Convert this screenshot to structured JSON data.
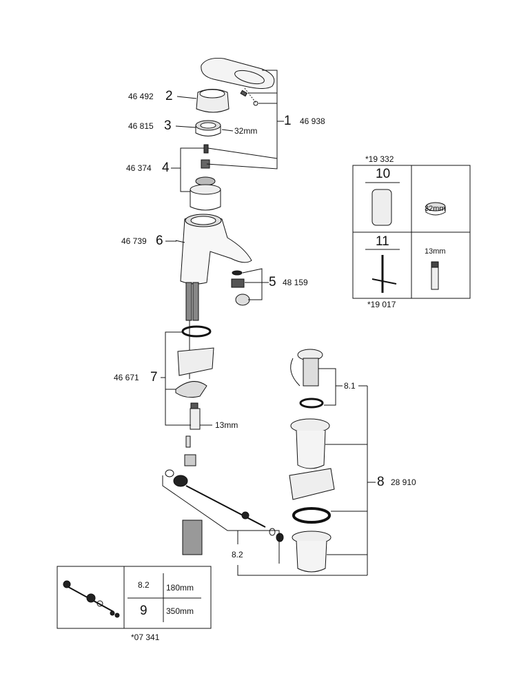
{
  "parts": [
    {
      "item": "1",
      "code": "46 938"
    },
    {
      "item": "2",
      "code": "46 492"
    },
    {
      "item": "3",
      "code": "46 815",
      "size": "32mm"
    },
    {
      "item": "4",
      "code": "46 374"
    },
    {
      "item": "5",
      "code": "48 159"
    },
    {
      "item": "6",
      "code": "46 739"
    },
    {
      "item": "7",
      "code": "46 671",
      "size": "13mm"
    },
    {
      "item": "8",
      "code": "28 910"
    },
    {
      "item": "8.1"
    },
    {
      "item": "8.2"
    }
  ],
  "tools_box": {
    "top_code": "*19 332",
    "bottom_code": "*19 017",
    "rows": [
      {
        "item": "10",
        "size": "32mm"
      },
      {
        "item": "11",
        "size": "13mm"
      }
    ]
  },
  "rod_box": {
    "code": "*07 341",
    "rows": [
      {
        "item": "8.2",
        "length": "180mm"
      },
      {
        "item": "9",
        "length": "350mm"
      }
    ]
  }
}
